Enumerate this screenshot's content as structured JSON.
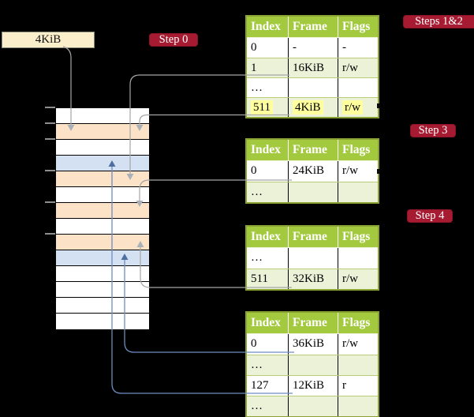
{
  "labels": {
    "frame_size_box": "4KiB",
    "step0_badge": "Step 0",
    "steps_1_2_badge": "Steps 1&2",
    "step3_badge": "Step 3",
    "step4_badge": "Step 4"
  },
  "colors": {
    "background": "#000000",
    "badge_red": "#a61b31",
    "table_header_green": "#a3c93f",
    "table_border_olive": "#8aa133",
    "table_row_tint_green": "#ebf2d8",
    "highlight_yellow": "#ffff9e",
    "strip_pagetable_peach": "#fce3c7",
    "strip_data_blue": "#d3e1f3",
    "frame_box_cream": "#fbeecb",
    "gray_line": "#a5a5a5",
    "blue_line": "#6d8cc0"
  },
  "memory_strip": {
    "rows": [
      {
        "kind": "white"
      },
      {
        "kind": "pagetable"
      },
      {
        "kind": "white"
      },
      {
        "kind": "data"
      },
      {
        "kind": "pagetable"
      },
      {
        "kind": "white"
      },
      {
        "kind": "pagetable"
      },
      {
        "kind": "white"
      },
      {
        "kind": "pagetable"
      },
      {
        "kind": "data"
      },
      {
        "kind": "white"
      },
      {
        "kind": "white"
      },
      {
        "kind": "white"
      },
      {
        "kind": "white"
      }
    ]
  },
  "tables": [
    {
      "name": "page-table-steps-1-2",
      "columns": [
        "Index",
        "Frame",
        "Flags"
      ],
      "rows": [
        [
          "0",
          "-",
          "-"
        ],
        [
          "1",
          "16KiB",
          "r/w"
        ],
        [
          "…",
          "",
          ""
        ],
        [
          "511",
          "4KiB",
          "r/w"
        ]
      ],
      "highlight_row": 3
    },
    {
      "name": "page-table-step-3",
      "columns": [
        "Index",
        "Frame",
        "Flags"
      ],
      "rows": [
        [
          "0",
          "24KiB",
          "r/w"
        ],
        [
          "…",
          "",
          ""
        ]
      ],
      "highlight_row": -1
    },
    {
      "name": "page-table-step-4",
      "columns": [
        "Index",
        "Frame",
        "Flags"
      ],
      "rows": [
        [
          "…",
          "",
          ""
        ],
        [
          "511",
          "32KiB",
          "r/w"
        ]
      ],
      "highlight_row": -1
    },
    {
      "name": "page-table-final",
      "columns": [
        "Index",
        "Frame",
        "Flags"
      ],
      "rows": [
        [
          "0",
          "36KiB",
          "r/w"
        ],
        [
          "…",
          "",
          ""
        ],
        [
          "127",
          "12KiB",
          "r"
        ],
        [
          "…",
          "",
          ""
        ]
      ],
      "highlight_row": -1
    }
  ]
}
